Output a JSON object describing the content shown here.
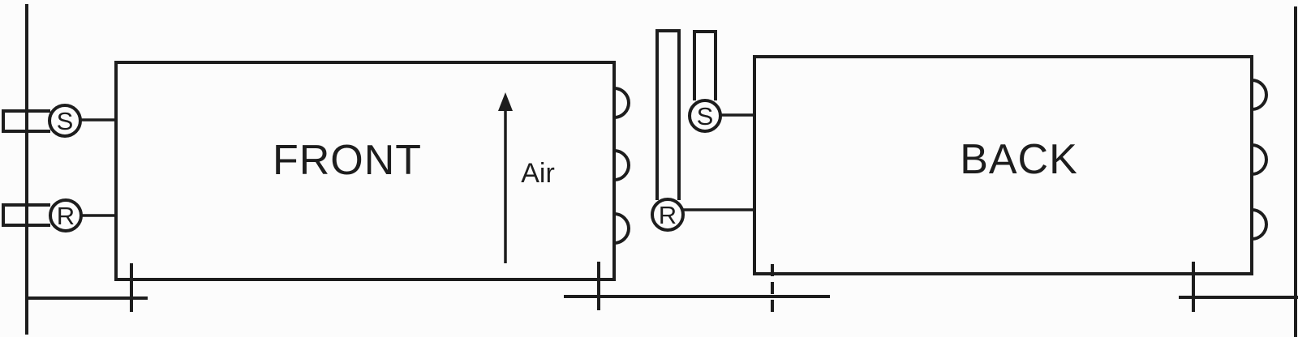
{
  "colors": {
    "ink": "#1d1d1d",
    "background": "#fcfcfc"
  },
  "front_coil": {
    "label": "FRONT",
    "supply_tap": "S",
    "return_tap": "R"
  },
  "back_coil": {
    "label": "BACK",
    "supply_tap": "S",
    "return_tap": "R"
  },
  "airflow": {
    "label": "Air"
  }
}
